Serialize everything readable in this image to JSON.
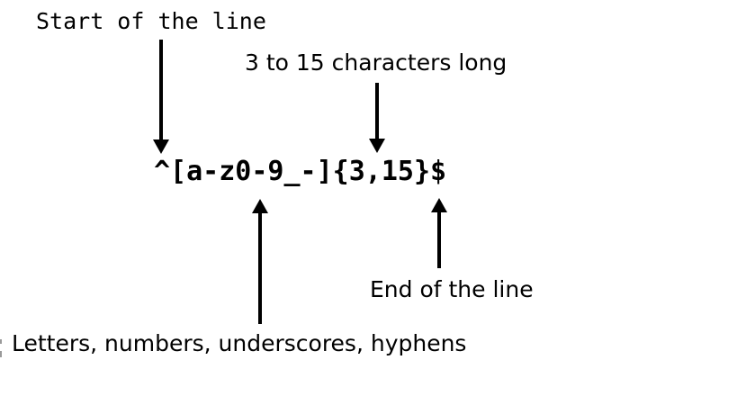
{
  "diagram": {
    "pattern": "^[a-z0-9_-]{3,15}$",
    "annotations": {
      "start_anchor": "Start of the line",
      "quantifier": "3 to 15 characters long",
      "char_class": "Letters, numbers, underscores, hyphens",
      "end_anchor": "End of the line"
    },
    "colors": {
      "ink": "#000000",
      "background": "#ffffff"
    }
  }
}
